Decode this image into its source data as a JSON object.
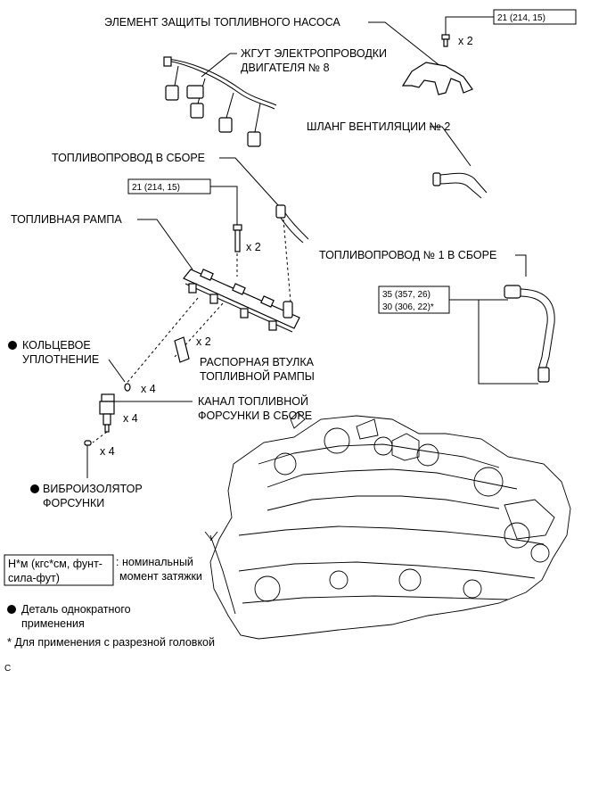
{
  "labels": {
    "pump_protector": "ЭЛЕМЕНТ ЗАЩИТЫ ТОПЛИВНОГО НАСОСА",
    "harness_l1": "ЖГУТ ЭЛЕКТРОПРОВОДКИ",
    "harness_l2": "ДВИГАТЕЛЯ № 8",
    "vent_hose": "ШЛАНГ ВЕНТИЛЯЦИИ № 2",
    "fuel_pipe_assy": "ТОПЛИВОПРОВОД В СБОРЕ",
    "delivery_pipe": "ТОПЛИВНАЯ РАМПА",
    "fuel_pipe_no1": "ТОПЛИВОПРОВОД № 1 В СБОРЕ",
    "o_ring_l1": "КОЛЬЦЕВОЕ",
    "o_ring_l2": "УПЛОТНЕНИЕ",
    "spacer_l1": "РАСПОРНАЯ ВТУЛКА",
    "spacer_l2": "ТОПЛИВНОЙ РАМПЫ",
    "injector_l1": "КАНАЛ ТОПЛИВНОЙ",
    "injector_l2": "ФОРСУНКИ В СБОРЕ",
    "insulator_l1": "ВИБРОИЗОЛЯТОР",
    "insulator_l2": "ФОРСУНКИ"
  },
  "torque": {
    "pump_bolt": "21 (214, 15)",
    "rail_bolt": "21 (214, 15)",
    "pipe_no1_l1": "35 (357, 26)",
    "pipe_no1_l2": "30 (306, 22)*"
  },
  "quantities": {
    "pump_bolt": "x 2",
    "rail_bolt": "x 2",
    "spacer": "x 2",
    "o_ring": "x 4",
    "injector": "x 4",
    "insulator": "x 4"
  },
  "legend": {
    "unit_l1": "Н*м (кгс*см, фунт-",
    "unit_l2": "сила-фут)",
    "unit_desc_l1": ": номинальный",
    "unit_desc_l2": "момент затяжки",
    "nonreuse_l1": "Деталь однократного",
    "nonreuse_l2": "применения",
    "footnote": "* Для применения с разрезной головкой"
  },
  "figure_code": "C"
}
